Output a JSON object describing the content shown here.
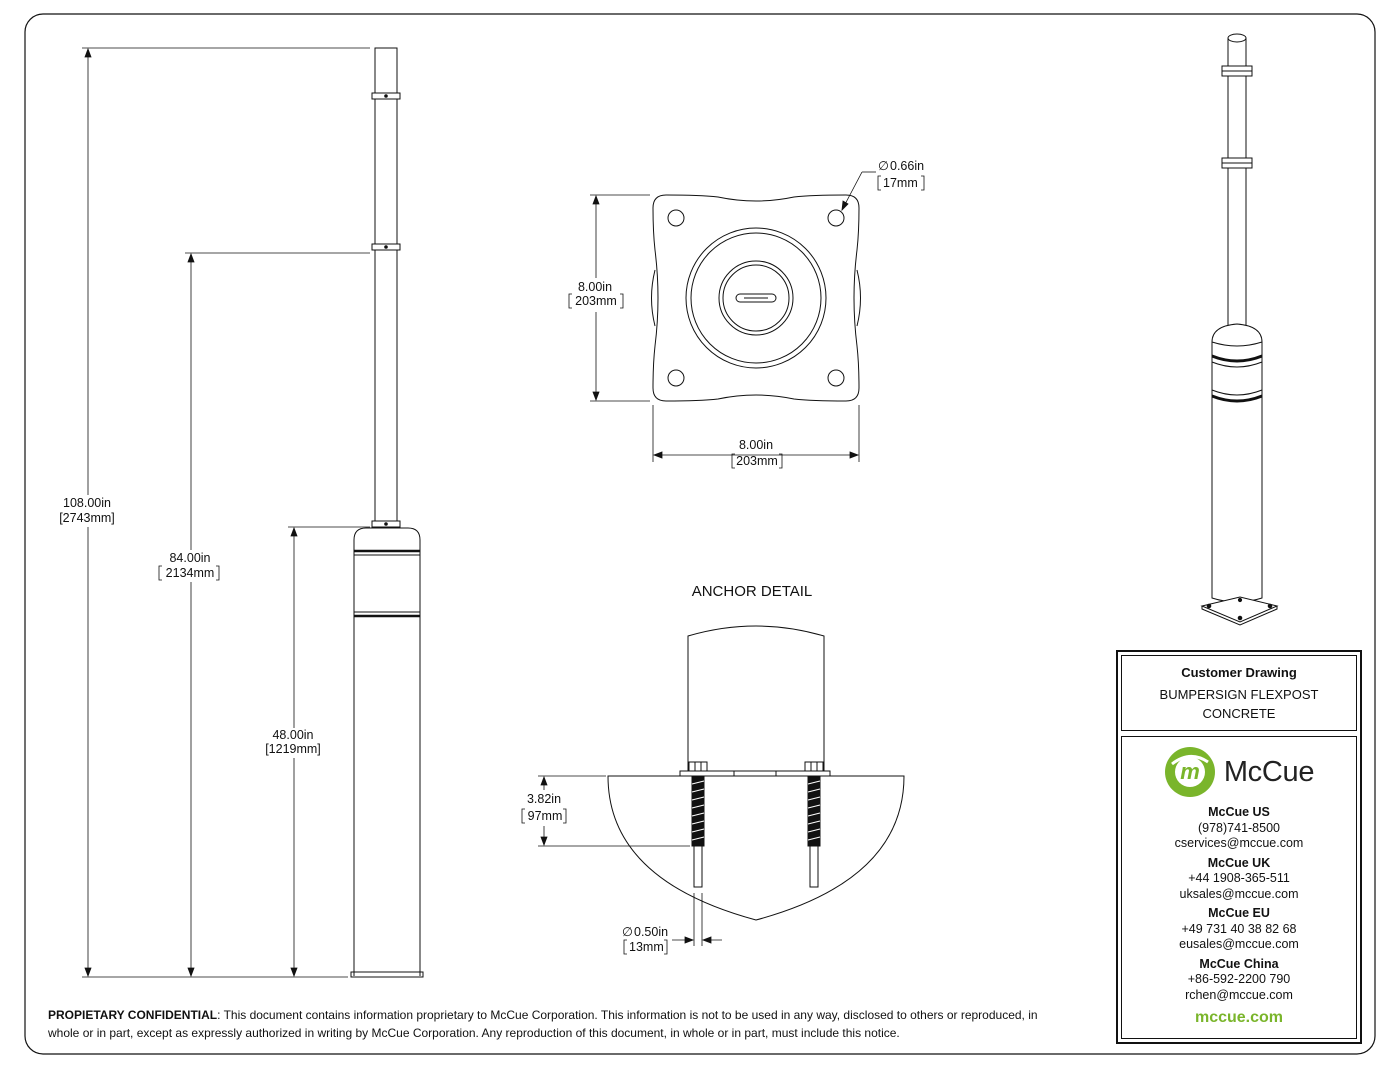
{
  "dimensions": {
    "height_overall": {
      "in": "108.00in",
      "mm": "[2743mm]"
    },
    "height_upper": {
      "in": "84.00in",
      "mm": "2134mm"
    },
    "height_lower": {
      "in": "48.00in",
      "mm": "[1219mm]"
    },
    "base_height": {
      "in": "8.00in",
      "mm": "203mm"
    },
    "base_width": {
      "in": "8.00in",
      "mm": "203mm"
    },
    "hole_diameter": {
      "in": "0.66in",
      "mm": "17mm"
    },
    "anchor_depth": {
      "in": "3.82in",
      "mm": "97mm"
    },
    "anchor_diameter": {
      "in": "0.50in",
      "mm": "13mm"
    },
    "diameter_symbol": "∅"
  },
  "anchor_detail_label": "ANCHOR DETAIL",
  "title_block": {
    "heading": "Customer Drawing",
    "product_line1": "BUMPERSIGN FLEXPOST",
    "product_line2": "CONCRETE"
  },
  "brand": {
    "name": "McCue",
    "logo_letter": "m",
    "logo_color": "#7ab52b",
    "website": "mccue.com",
    "website_color": "#7ab52b"
  },
  "offices": [
    {
      "name": "McCue US",
      "phone": "(978)741-8500",
      "email": "cservices@mccue.com"
    },
    {
      "name": "McCue UK",
      "phone": "+44 1908-365-511",
      "email": "uksales@mccue.com"
    },
    {
      "name": "McCue EU",
      "phone": "+49 731 40 38 82 68",
      "email": "eusales@mccue.com"
    },
    {
      "name": "McCue China",
      "phone": "+86-592-2200 790",
      "email": "rchen@mccue.com"
    }
  ],
  "notice": {
    "label": "PROPIETARY CONFIDENTIAL",
    "text": ": This document contains information proprietary to McCue Corporation. This information is not to be used in any way, disclosed to others or reproduced, in whole or in part, except as expressly authorized in writing by McCue Corporation. Any reproduction of this document, in whole or in part, must include this notice."
  }
}
